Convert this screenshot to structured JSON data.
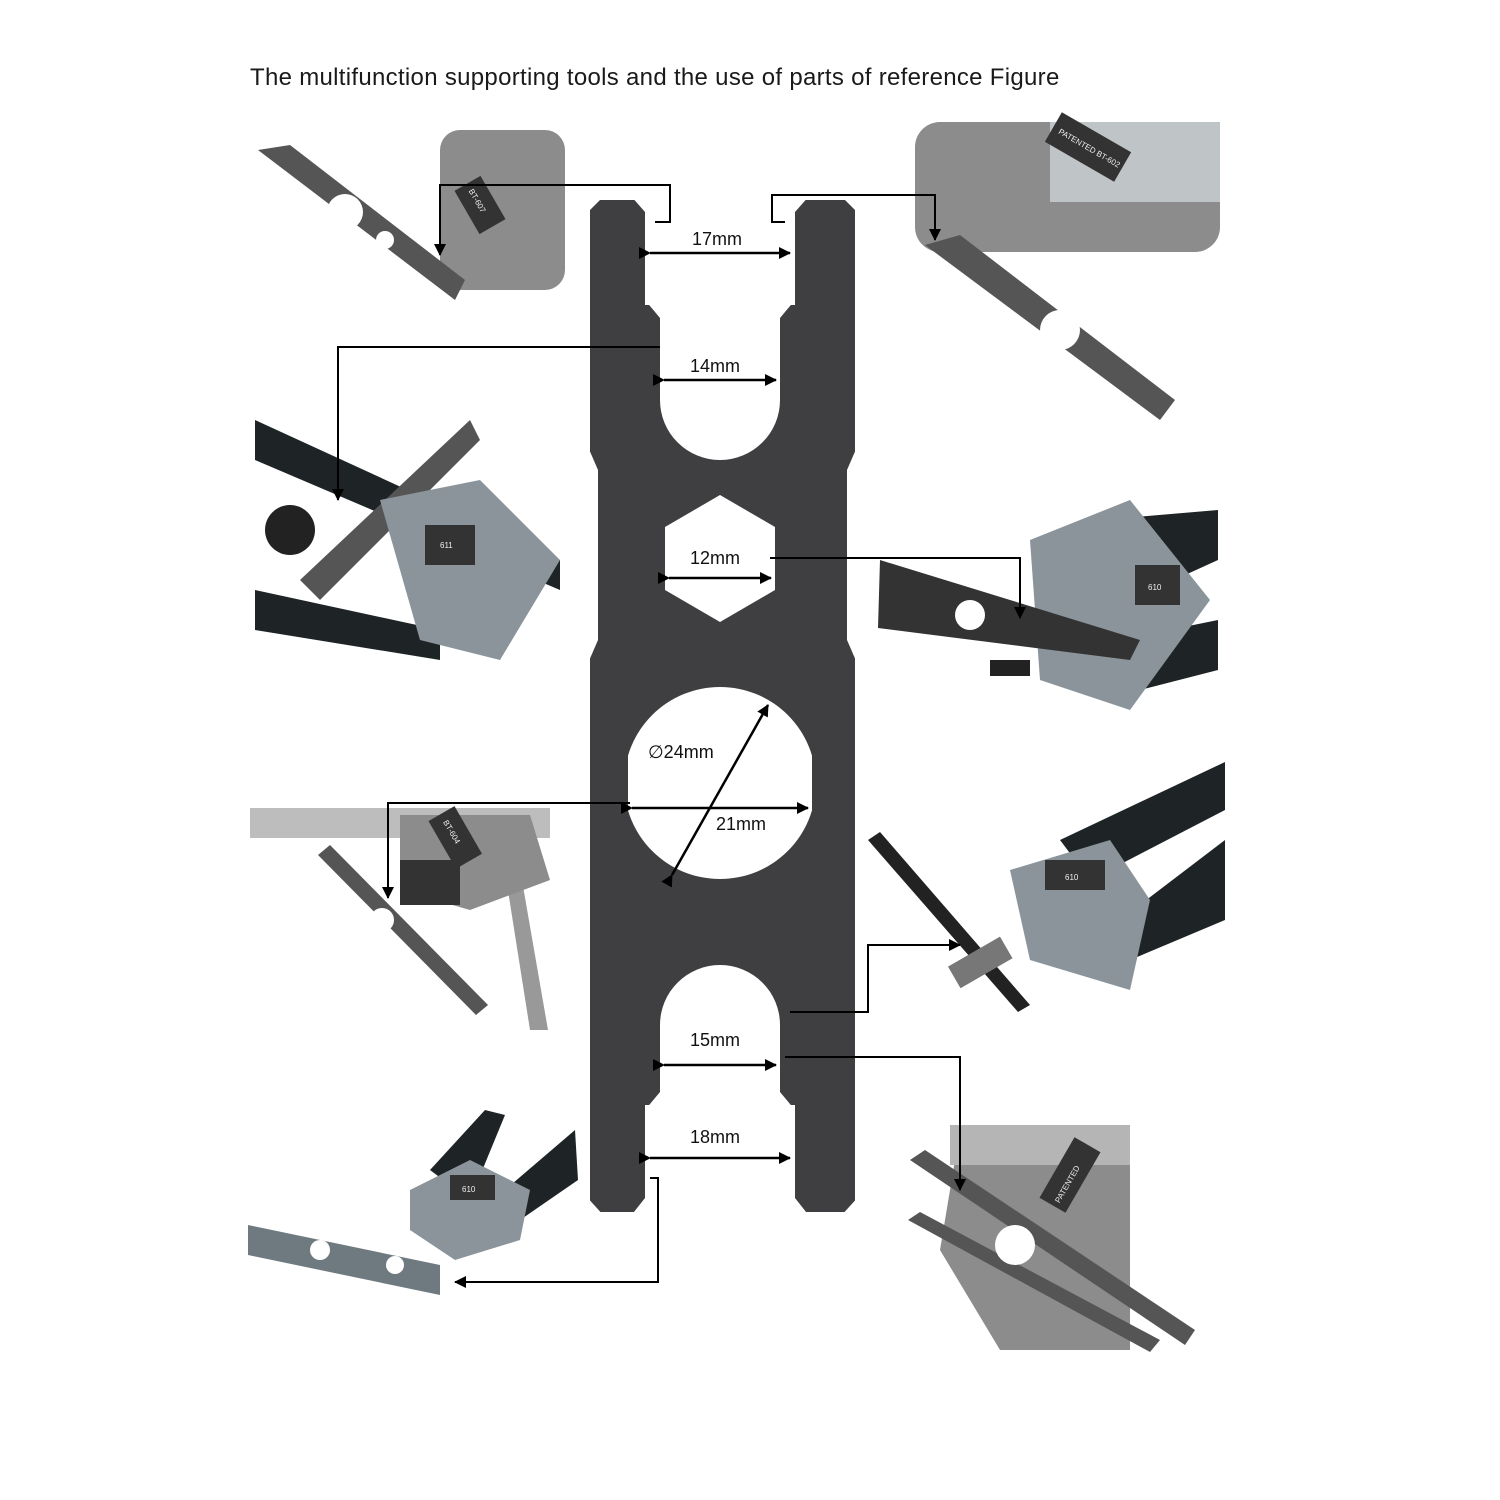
{
  "title": "The multifunction supporting tools and the use of parts of reference Figure",
  "dimensions": {
    "d17": "17mm",
    "d14": "14mm",
    "d12": "12mm",
    "d24": "∅24mm",
    "d21": "21mm",
    "d15": "15mm",
    "d18": "18mm"
  },
  "tool_plates": {
    "top_left": "BT-607",
    "top_right": "PATENTED BT-602",
    "mid_left": "611",
    "mid_right": "610",
    "lower_left": "BT-604",
    "lower_right": "610",
    "bottom_left": "610",
    "bottom_right": "PATENTED"
  },
  "colors": {
    "wrench": "#3f3f41",
    "tool_body": "#8a949a",
    "handle": "#1e2426"
  }
}
